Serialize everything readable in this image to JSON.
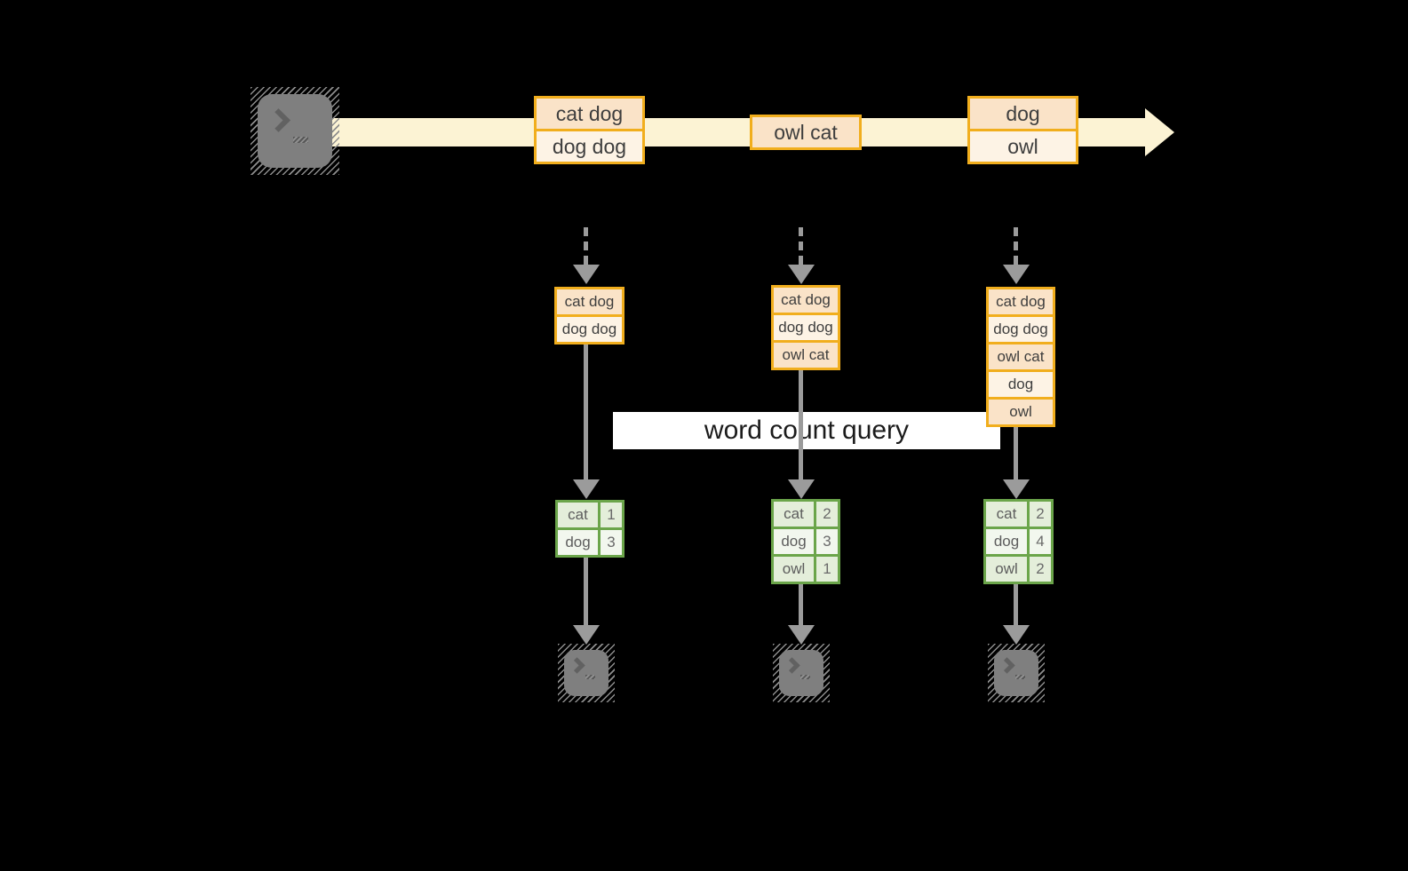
{
  "diagram": {
    "query_label": "word count query",
    "source": {
      "icon": "terminal-icon"
    },
    "stream_batches": [
      {
        "rows": [
          "cat dog",
          "dog dog"
        ]
      },
      {
        "rows": [
          "owl cat"
        ]
      },
      {
        "rows": [
          "dog",
          "owl"
        ]
      }
    ],
    "state_boxes": [
      {
        "rows": [
          "cat dog",
          "dog dog"
        ]
      },
      {
        "rows": [
          "cat dog",
          "dog dog",
          "owl cat"
        ]
      },
      {
        "rows": [
          "cat dog",
          "dog dog",
          "owl cat",
          "dog",
          "owl"
        ]
      }
    ],
    "result_tables": [
      {
        "rows": [
          {
            "word": "cat",
            "count": "1"
          },
          {
            "word": "dog",
            "count": "3"
          }
        ]
      },
      {
        "rows": [
          {
            "word": "cat",
            "count": "2"
          },
          {
            "word": "dog",
            "count": "3"
          },
          {
            "word": "owl",
            "count": "1"
          }
        ]
      },
      {
        "rows": [
          {
            "word": "cat",
            "count": "2"
          },
          {
            "word": "dog",
            "count": "4"
          },
          {
            "word": "owl",
            "count": "2"
          }
        ]
      }
    ],
    "sinks": [
      {
        "icon": "terminal-icon"
      },
      {
        "icon": "terminal-icon"
      },
      {
        "icon": "terminal-icon"
      }
    ]
  },
  "colors": {
    "background": "#000000",
    "stream_band": "#fcf3d4",
    "record_peach": "#fae3c8",
    "record_cream": "#fdf3e5",
    "border_gold": "#f1ae1d",
    "border_green": "#6ba54a",
    "cell_green": "#e4eeda",
    "cell_green_light": "#f2f7ee",
    "arrow_gray": "#9b9b9b",
    "terminal_gray": "#7f7f7f",
    "query_label_bg": "#ffffff"
  }
}
